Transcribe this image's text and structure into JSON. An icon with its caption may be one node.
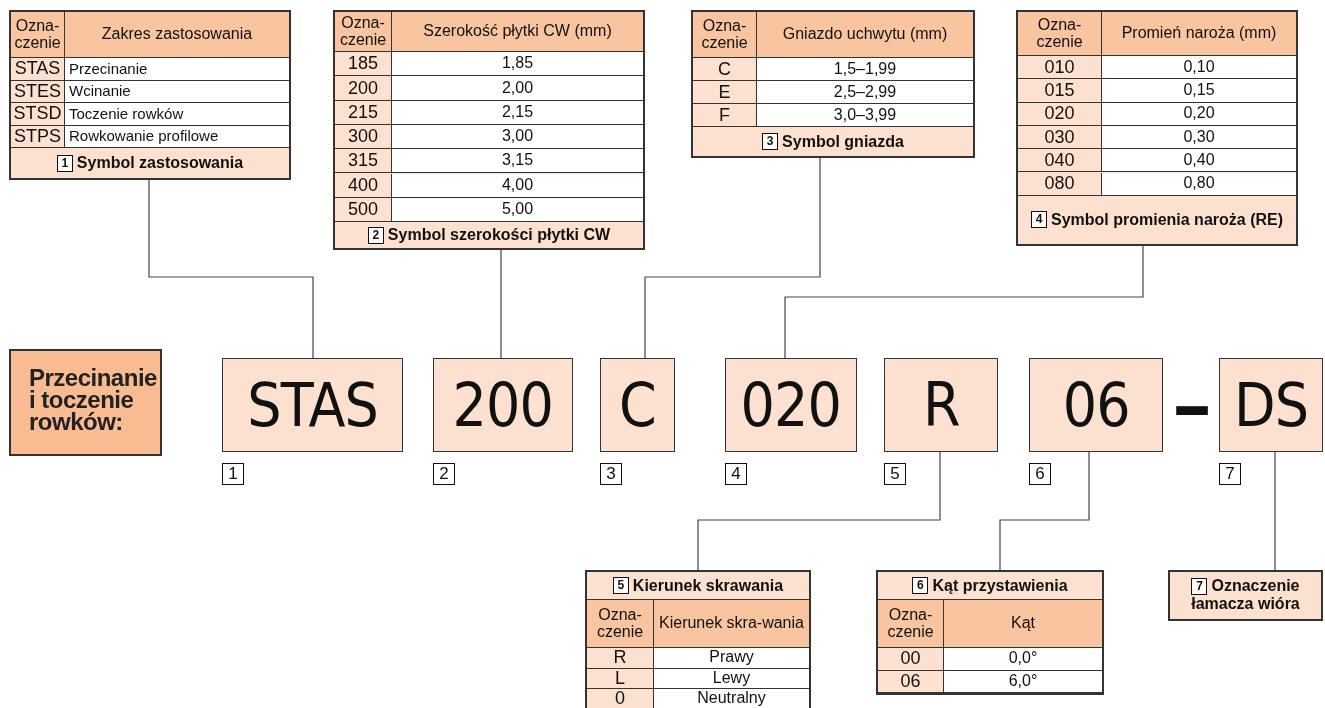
{
  "diagram": {
    "nodes": [
      {
        "text": [
          "Ozna-czenie",
          "Zakres zastosowania",
          "STAS",
          "Przecinanie",
          "STES",
          "Wcinanie",
          "STSD",
          "Toczenie rowków",
          "STPS",
          "Rowkowanie profilowe",
          "1",
          "Symbol zastosowania"
        ]
      },
      {
        "text": [
          "Ozna-czenie",
          "Szerokość płytki CW (mm)",
          "185",
          "1,85",
          "200",
          "2,00",
          "215",
          "2,15",
          "300",
          "3,00",
          "315",
          "3,15",
          "400",
          "4,00",
          "500",
          "5,00",
          "2",
          "Symbol szerokości płytki CW"
        ]
      },
      {
        "text": [
          "Ozna-czenie",
          "Gniazdo uchwytu (mm)",
          "C",
          "1,5–1,99",
          "E",
          "2,5–2,99",
          "F",
          "3,0–3,99",
          "3",
          "Symbol gniazda"
        ]
      },
      {
        "text": [
          "Ozna-czenie",
          "Promień naroża (mm)",
          "010",
          "0,10",
          "015",
          "0,15",
          "020",
          "0,20",
          "030",
          "0,30",
          "040",
          "0,40",
          "080",
          "0,80",
          "4",
          "Symbol promienia naroża (RE)"
        ]
      },
      {
        "text": [
          "Przecinanie i toczenie rowków:"
        ]
      },
      {
        "text": [
          "STAS"
        ],
        "beside": [
          "1"
        ]
      },
      {
        "text": [
          "200"
        ],
        "beside": [
          "2"
        ]
      },
      {
        "text": [
          "C"
        ],
        "beside": [
          "3"
        ]
      },
      {
        "text": [
          "020"
        ],
        "beside": [
          "4"
        ]
      },
      {
        "text": [
          "R"
        ],
        "beside": [
          "5"
        ]
      },
      {
        "text": [
          "06"
        ],
        "beside": [
          "6"
        ]
      },
      {
        "text": [
          "DS"
        ],
        "beside": [
          "7"
        ]
      },
      {
        "text": [
          "5",
          "Kierunek skrawania",
          "Ozna-czenie",
          "Kierunek skra-wania",
          "R",
          "Prawy",
          "L",
          "Lewy",
          "0",
          "Neutralny"
        ]
      },
      {
        "text": [
          "6",
          "Kąt przystawienia",
          "Ozna-czenie",
          "Kąt",
          "00",
          "0,0°",
          "06",
          "6,0°"
        ]
      },
      {
        "text": [
          "7",
          "Oznaczenie łamacza wióra"
        ]
      }
    ],
    "edges": [
      {
        "from": 0,
        "to": 5,
        "arrow": "none"
      },
      {
        "from": 1,
        "to": 6,
        "arrow": "none"
      },
      {
        "from": 2,
        "to": 7,
        "arrow": "none"
      },
      {
        "from": 3,
        "to": 8,
        "arrow": "none"
      },
      {
        "from": 9,
        "to": 12,
        "arrow": "none"
      },
      {
        "from": 10,
        "to": 13,
        "arrow": "none"
      },
      {
        "from": 11,
        "to": 14,
        "arrow": "none"
      }
    ],
    "labels": [
      "–"
    ]
  }
}
